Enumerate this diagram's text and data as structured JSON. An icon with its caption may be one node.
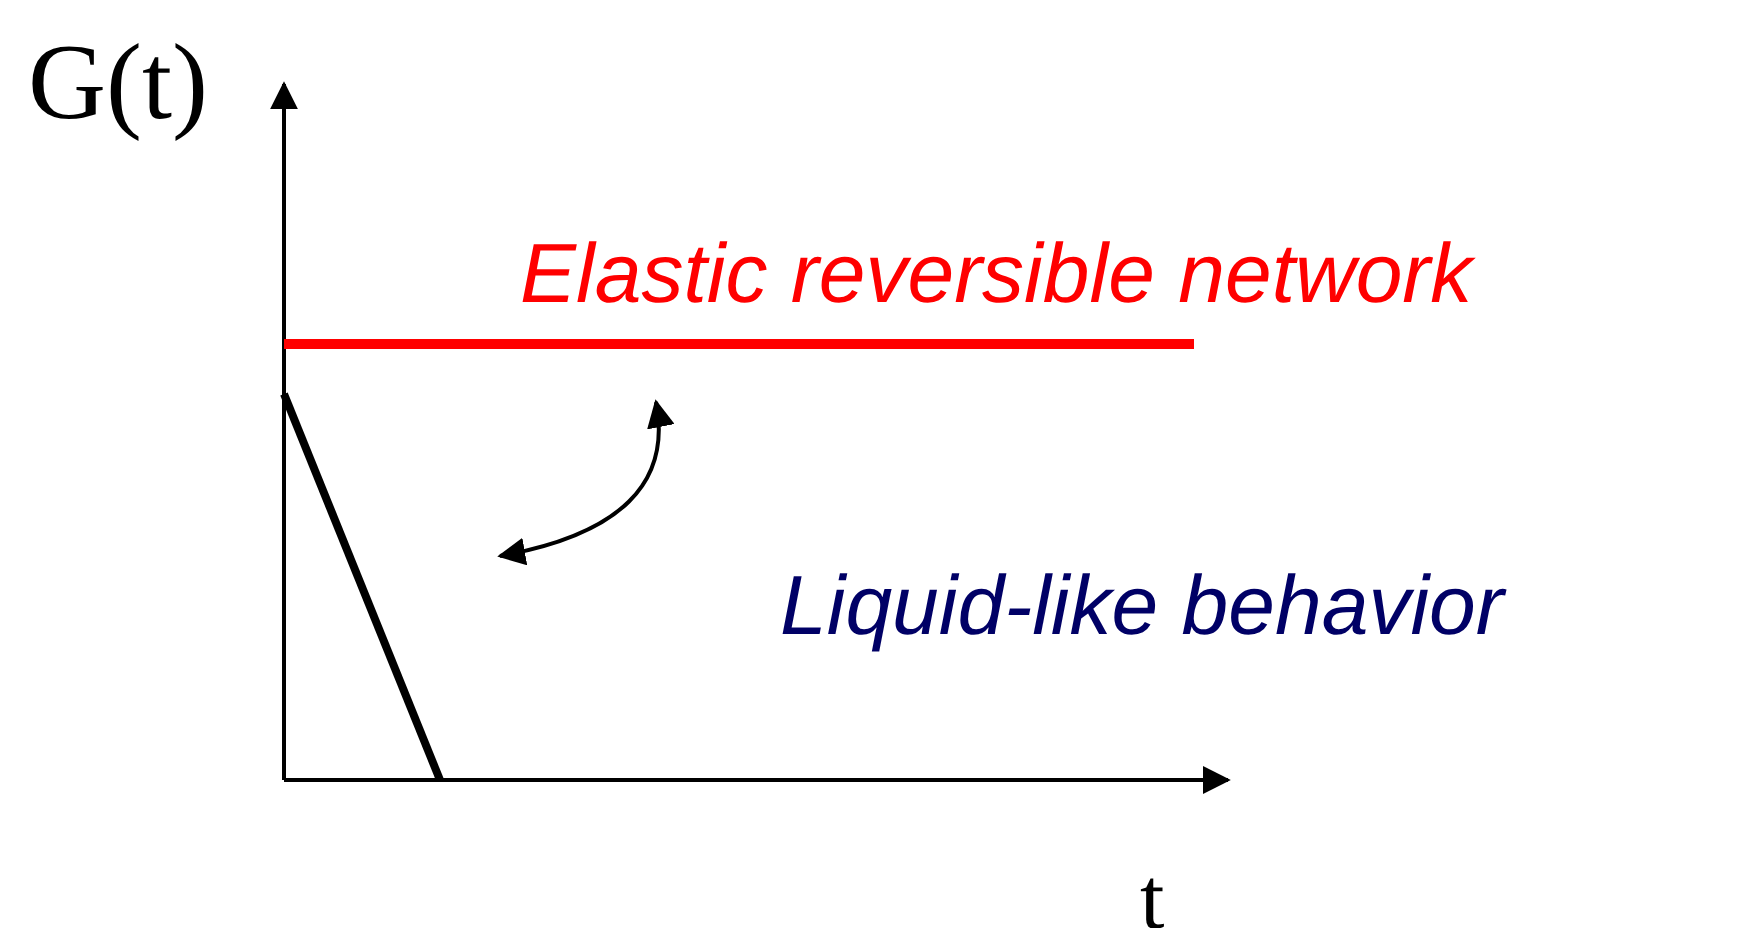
{
  "diagram": {
    "labels": [
      "G(t)",
      "Elastic reversible network",
      "Liquid-like behavior",
      "t"
    ]
  }
}
